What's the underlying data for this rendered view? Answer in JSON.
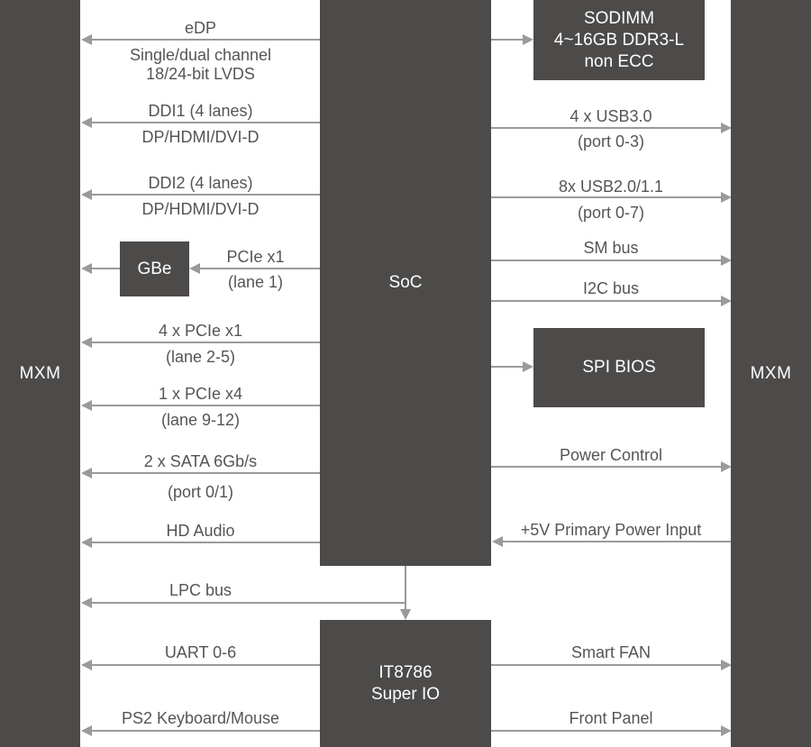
{
  "mxm": {
    "left_label": "MXM",
    "right_label": "MXM"
  },
  "soc": {
    "label": "SoC"
  },
  "sodimm": {
    "label": "SODIMM\n4~16GB DDR3-L\nnon ECC"
  },
  "spi_bios": {
    "label": "SPI BIOS"
  },
  "gbe": {
    "label": "GBe"
  },
  "superio": {
    "label": "IT8786\nSuper IO"
  },
  "left_links": {
    "edp": {
      "line1": "eDP",
      "line2": "Single/dual channel",
      "line3": "18/24-bit LVDS"
    },
    "ddi1": {
      "line1": "DDI1 (4 lanes)",
      "line2": "DP/HDMI/DVI-D"
    },
    "ddi2": {
      "line1": "DDI2 (4 lanes)",
      "line2": "DP/HDMI/DVI-D"
    },
    "pcie_gbe": {
      "line1": "PCIe x1",
      "line2": "(lane 1)"
    },
    "pcie4x1": {
      "line1": "4 x PCIe x1",
      "line2": "(lane 2-5)"
    },
    "pcie1x4": {
      "line1": "1 x PCIe x4",
      "line2": "(lane 9-12)"
    },
    "sata": {
      "line1": "2 x SATA 6Gb/s",
      "line2": "(port 0/1)"
    },
    "hd_audio": {
      "line1": "HD Audio"
    },
    "lpc": {
      "line1": "LPC bus"
    },
    "uart": {
      "line1": "UART 0-6"
    },
    "ps2": {
      "line1": "PS2 Keyboard/Mouse"
    }
  },
  "right_links": {
    "usb3": {
      "line1": "4 x USB3.0",
      "line2": "(port 0-3)"
    },
    "usb2": {
      "line1": "8x USB2.0/1.1",
      "line2": "(port 0-7)"
    },
    "smbus": {
      "line1": "SM bus"
    },
    "i2c": {
      "line1": "I2C bus"
    },
    "power_control": {
      "line1": "Power Control"
    },
    "power_input": {
      "line1": "+5V Primary Power Input"
    },
    "smart_fan": {
      "line1": "Smart FAN"
    },
    "front_panel": {
      "line1": "Front Panel"
    }
  },
  "colors": {
    "block": "#4d4b4a",
    "wire": "#9a9a9a",
    "text": "#555555",
    "block_text": "#ffffff"
  }
}
